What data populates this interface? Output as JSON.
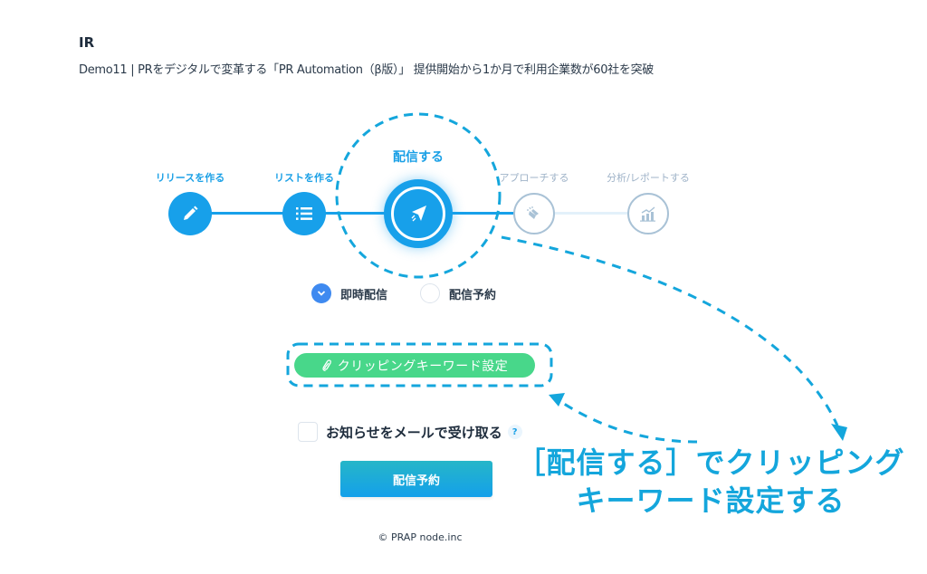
{
  "header": {
    "title": "IR",
    "subtitle": "Demo11 | PRをデジタルで変革する「PR Automation（β版）」 提供開始から1か月で利用企業数が60社を突破"
  },
  "stepper": {
    "steps": [
      {
        "label": "リリースを作る",
        "icon": "pencil-icon",
        "state": "done"
      },
      {
        "label": "リストを作る",
        "icon": "list-icon",
        "state": "done"
      },
      {
        "label": "配信する",
        "icon": "paper-plane-icon",
        "state": "current"
      },
      {
        "label": "アプローチする",
        "icon": "megaphone-icon",
        "state": "pending"
      },
      {
        "label": "分析/レポートする",
        "icon": "bar-chart-icon",
        "state": "pending"
      }
    ]
  },
  "delivery_options": {
    "selected": "即時配信",
    "options": [
      {
        "label": "即時配信",
        "checked": true
      },
      {
        "label": "配信予約",
        "checked": false
      }
    ]
  },
  "clipping_button": {
    "label": "クリッピングキーワード設定",
    "icon": "paperclip-icon"
  },
  "notify_checkbox": {
    "label": "お知らせをメールで受け取る",
    "checked": false,
    "help": "?"
  },
  "submit_button": {
    "label": "配信予約"
  },
  "footer": {
    "text": "© PRAP node.inc"
  },
  "annotation": {
    "line1": "［配信する］でクリッピング",
    "line2": "キーワード設定する"
  },
  "colors": {
    "accent": "#17a0ea",
    "pending": "#a9c2d6",
    "clip_green": "#48d78a",
    "radio_blue": "#3f8af0",
    "annotation": "#14a6dc"
  }
}
